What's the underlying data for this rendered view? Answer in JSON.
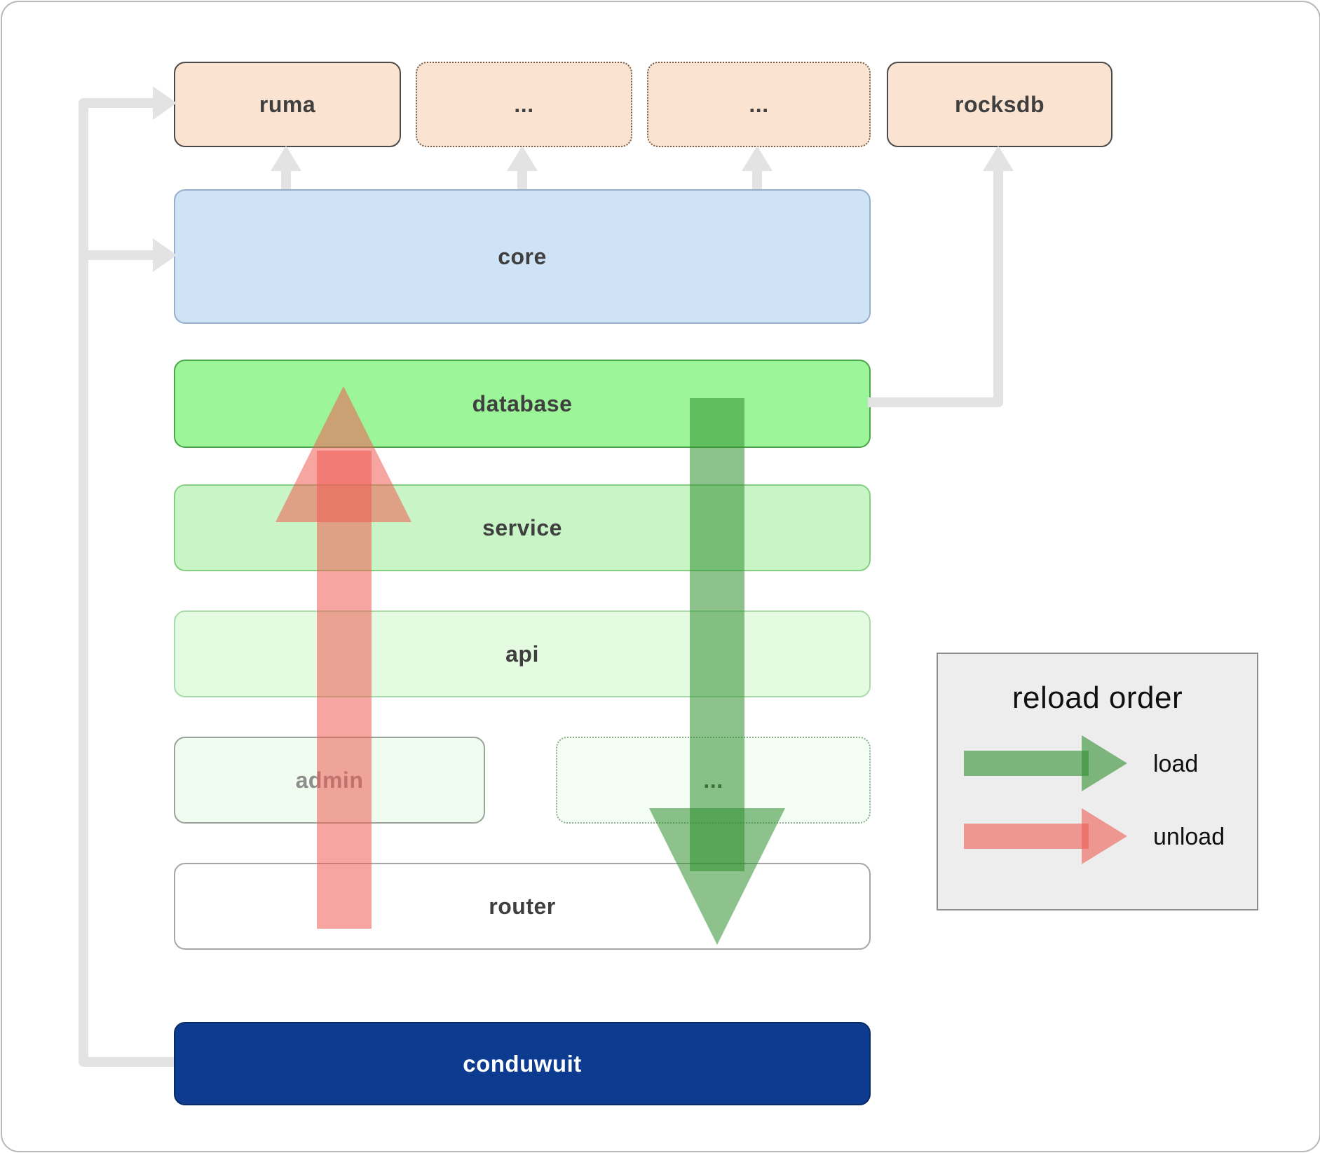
{
  "modules": {
    "ruma": {
      "label": "ruma"
    },
    "ext1": {
      "label": "..."
    },
    "ext2": {
      "label": "..."
    },
    "rocksdb": {
      "label": "rocksdb"
    },
    "core": {
      "label": "core"
    },
    "database": {
      "label": "database"
    },
    "service": {
      "label": "service"
    },
    "api": {
      "label": "api"
    },
    "admin": {
      "label": "admin"
    },
    "ext3": {
      "label": "..."
    },
    "router": {
      "label": "router"
    },
    "conduwuit": {
      "label": "conduwuit"
    }
  },
  "legend": {
    "title": "reload order",
    "load_label": "load",
    "unload_label": "unload"
  },
  "colors": {
    "dependency_box": "#fbe3d2",
    "core_box": "#cfe3f7",
    "database_box": "#9df59a",
    "service_box": "#c9f5c6",
    "api_box": "#e4fbe2",
    "conduwuit_box": "#0d3b8f",
    "load_arrow": "#2f8f2f",
    "unload_arrow": "#ee5b52",
    "connector": "#e3e3e3"
  }
}
